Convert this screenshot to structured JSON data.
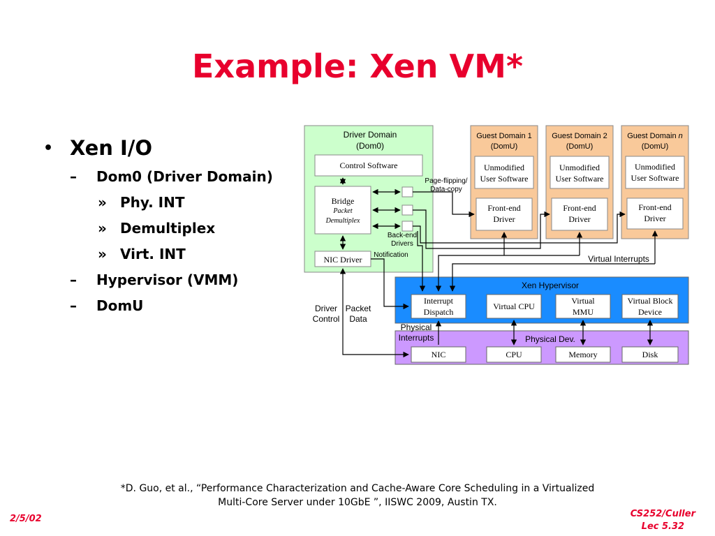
{
  "title": "Example: Xen VM*",
  "bullets": {
    "l1": "Xen I/O",
    "dom0": "Dom0 (Driver Domain)",
    "phy": "Phy. INT",
    "demux": "Demultiplex",
    "virt": "Virt. INT",
    "hyp": "Hypervisor (VMM)",
    "domu": "DomU",
    "mark1": "•",
    "mark2": "–",
    "mark3": "»"
  },
  "diagram": {
    "driver_domain_l1": "Driver Domain",
    "driver_domain_l2": "(Dom0)",
    "control_software": "Control Software",
    "bridge": "Bridge",
    "bridge_sub1": "Packet",
    "bridge_sub2": "Demultiplex",
    "nic_driver": "NIC Driver",
    "page_flip_l1": "Page-flipping/",
    "page_flip_l2": "Data-copy",
    "backend_l1": "Back-end",
    "backend_l2": "Drivers",
    "notification": "Notification",
    "guest1_l1": "Guest Domain 1",
    "guest2_l1": "Guest Domain 2",
    "guestn_l1": "Guest Domain ",
    "guestn_n": "n",
    "domu": "(DomU)",
    "unmod_l1": "Unmodified",
    "unmod_l2": "User Software",
    "fe_l1": "Front-end",
    "fe_l2": "Driver",
    "virtual_interrupts": "Virtual Interrupts",
    "xen_hypervisor": "Xen Hypervisor",
    "int_dispatch_l1": "Interrupt",
    "int_dispatch_l2": "Dispatch",
    "virtual_cpu": "Virtual CPU",
    "virtual_mmu_l1": "Virtual",
    "virtual_mmu_l2": "MMU",
    "virtual_block_l1": "Virtual Block",
    "virtual_block_l2": "Device",
    "physical_int_l1": "Physical",
    "physical_int_l2": "Interrupts",
    "physical_dev": "Physical Dev.",
    "nic": "NIC",
    "cpu": "CPU",
    "memory": "Memory",
    "disk": "Disk",
    "driver_l1": "Driver",
    "driver_l2": "Control",
    "packet_l1": "Packet",
    "packet_l2": "Data",
    "colors": {
      "dom0_fill": "#ccffcc",
      "guest_fill": "#f9c99a",
      "hypervisor_fill": "#1a8cff",
      "physdev_fill": "#cc99ff"
    }
  },
  "footnote": {
    "line1": "*D. Guo, et al., “Performance Characterization and Cache-Aware Core Scheduling in a Virtualized",
    "line2": "Multi-Core Server under 10GbE ”, IISWC 2009, Austin TX."
  },
  "footer": {
    "date": "2/5/02",
    "course": "CS252/Culler",
    "lecture": "Lec 5.32"
  }
}
